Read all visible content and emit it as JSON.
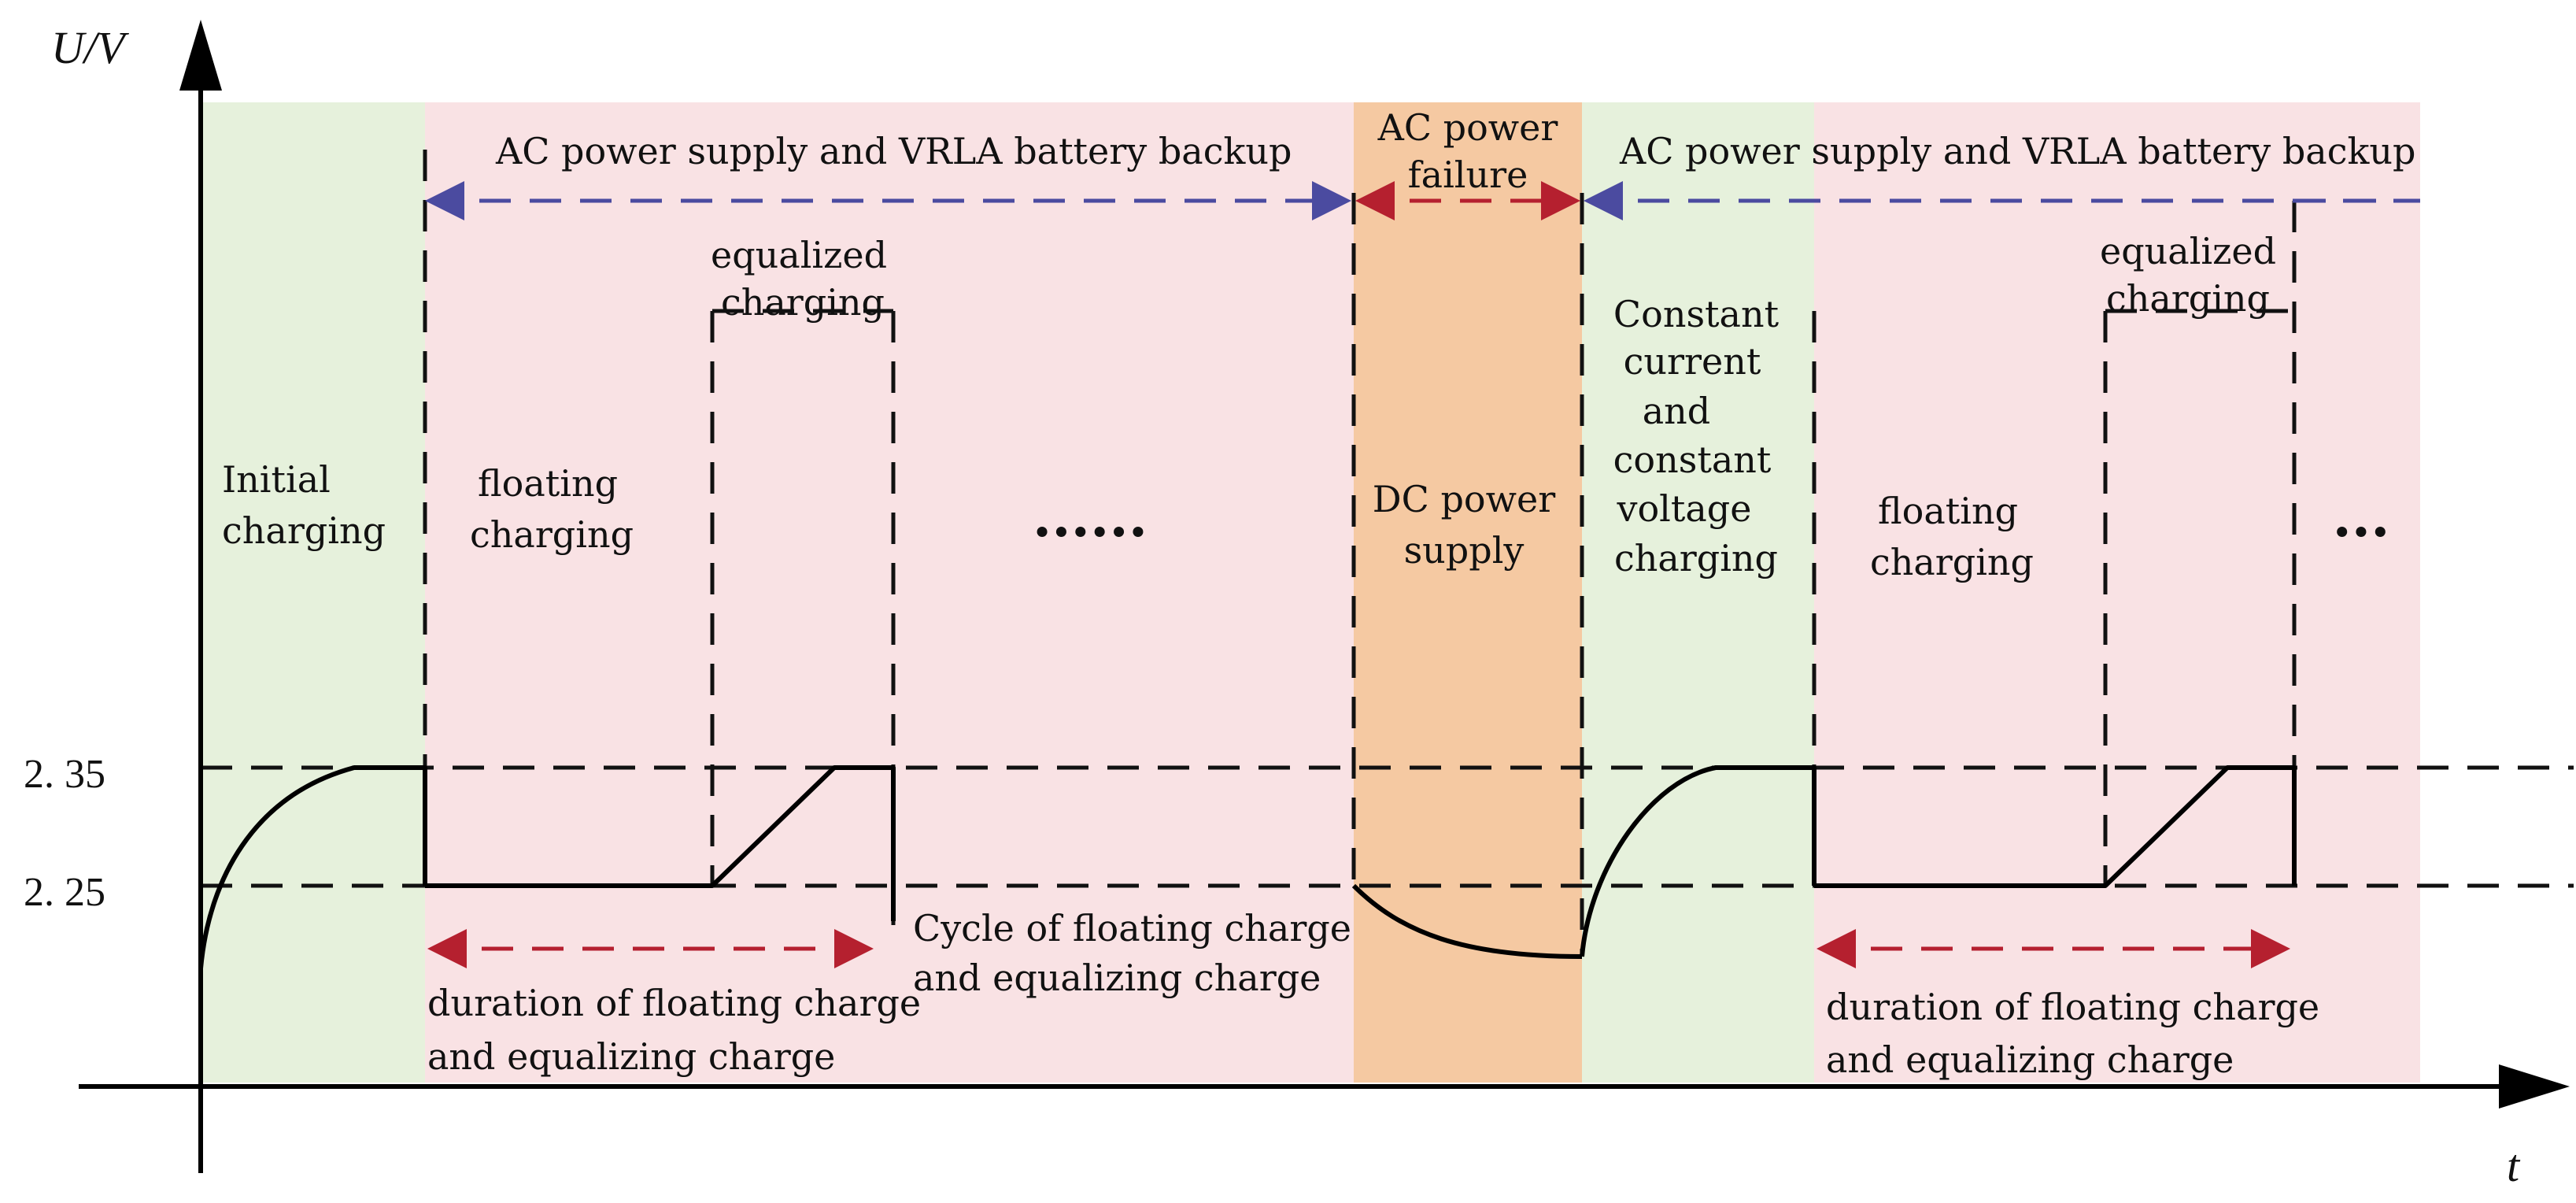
{
  "axes": {
    "y_label": "U/V",
    "x_label": "t",
    "y_ticks": [
      "2. 35",
      "2. 25"
    ]
  },
  "colors": {
    "green_zone": "#e6f1dc",
    "pink_zone": "#f9e2e4",
    "orange_zone": "#f5c9a2",
    "blue_arrow": "#4b4ba0",
    "red_arrow": "#b5202f"
  },
  "top_labels": {
    "ac_backup_left": "AC power supply and VRLA battery backup",
    "ac_failure_line1": "AC power",
    "ac_failure_line2": "failure",
    "ac_backup_right": "AC power supply and VRLA battery backup"
  },
  "phases": {
    "initial_line1": "Initial",
    "initial_line2": "charging",
    "floating_left_line1": "floating",
    "floating_left_line2": "charging",
    "equalized_left_line1": "equalized",
    "equalized_left_line2": "charging",
    "ellipsis_mid": "······",
    "dc_line1": "DC power",
    "dc_line2": "supply",
    "ccv_line1": "Constant",
    "ccv_line2": "current",
    "ccv_line3": "and",
    "ccv_line4": "constant",
    "ccv_line5": "voltage",
    "ccv_line6": "charging",
    "floating_right_line1": "floating",
    "floating_right_line2": "charging",
    "equalized_right_line1": "equalized",
    "equalized_right_line2": "charging",
    "ellipsis_right": "···"
  },
  "bottom_labels": {
    "duration_left_line1": "duration of floating charge",
    "duration_left_line2": "and equalizing charge",
    "cycle_line1": "Cycle of floating charge",
    "cycle_line2": "and equalizing charge",
    "duration_right_line1": "duration of floating charge",
    "duration_right_line2": "and equalizing charge"
  }
}
